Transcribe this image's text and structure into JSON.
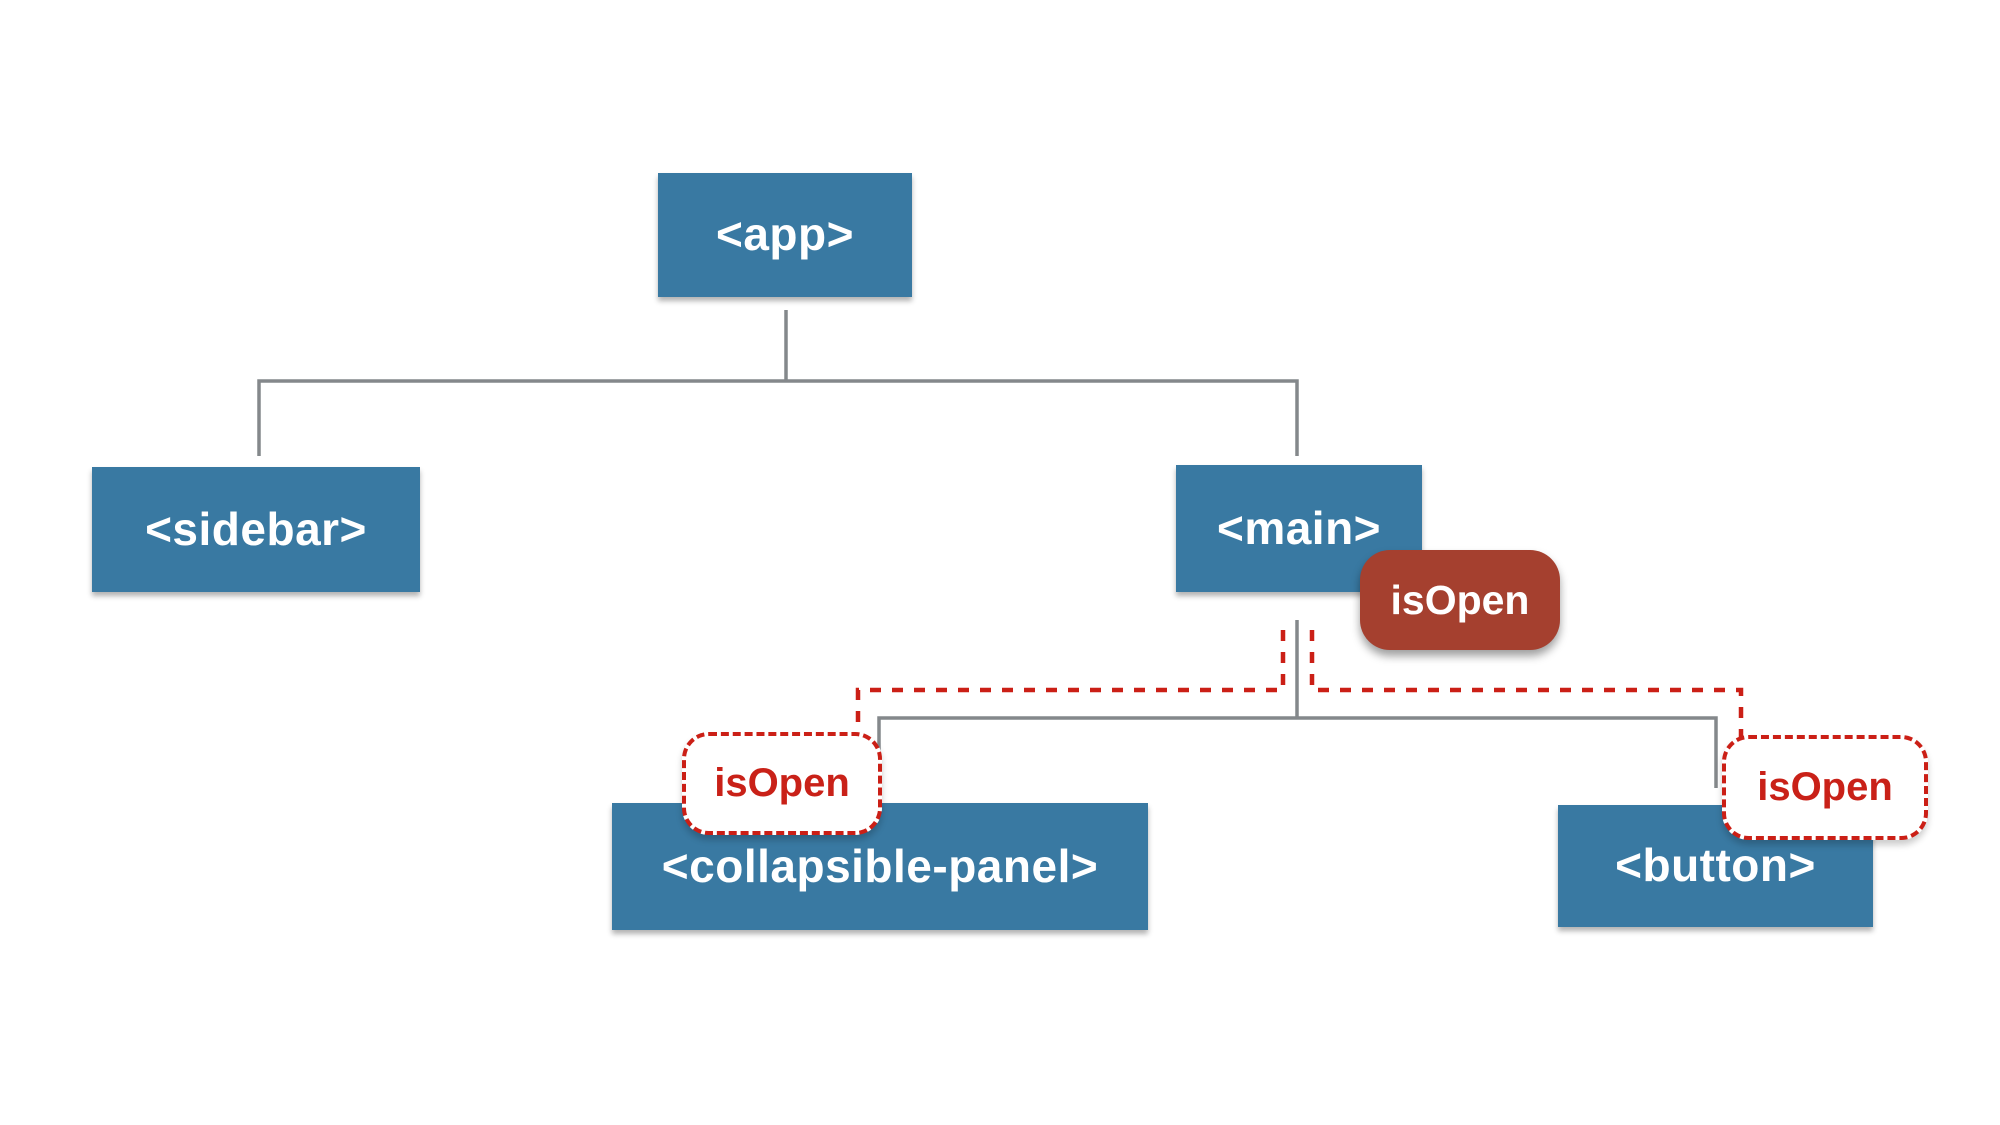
{
  "diagram": {
    "title": "component-tree-with-isOpen-state",
    "colors": {
      "node_fill": "#3979a2",
      "node_text": "#ffffff",
      "badge_fill": "#a5402f",
      "badge_text": "#ffffff",
      "dashed_red": "#cb1f16",
      "connector_gray": "#84888b",
      "bubble_fill": "#ffffff",
      "bubble_text": "#c92118",
      "canvas_bg": "#ffffff"
    },
    "nodes": [
      {
        "id": "app",
        "label": "<app>"
      },
      {
        "id": "sidebar",
        "label": "<sidebar>"
      },
      {
        "id": "main",
        "label": "<main>"
      },
      {
        "id": "collapsible-panel",
        "label": "<collapsible-panel>"
      },
      {
        "id": "button",
        "label": "<button>"
      }
    ],
    "edges": [
      {
        "from": "app",
        "to": "sidebar",
        "style": "solid"
      },
      {
        "from": "app",
        "to": "main",
        "style": "solid"
      },
      {
        "from": "main",
        "to": "collapsible-panel",
        "style": "solid"
      },
      {
        "from": "main",
        "to": "button",
        "style": "solid"
      },
      {
        "from": "main",
        "to": "collapsible-panel",
        "style": "dashed-red",
        "meaning": "isOpen prop flow"
      },
      {
        "from": "main",
        "to": "button",
        "style": "dashed-red",
        "meaning": "isOpen prop flow"
      }
    ],
    "state_badge": {
      "label": "isOpen",
      "attached_to": "main"
    },
    "prop_bubbles": [
      {
        "target": "collapsible-panel",
        "label": "isOpen"
      },
      {
        "target": "button",
        "label": "isOpen"
      }
    ]
  }
}
